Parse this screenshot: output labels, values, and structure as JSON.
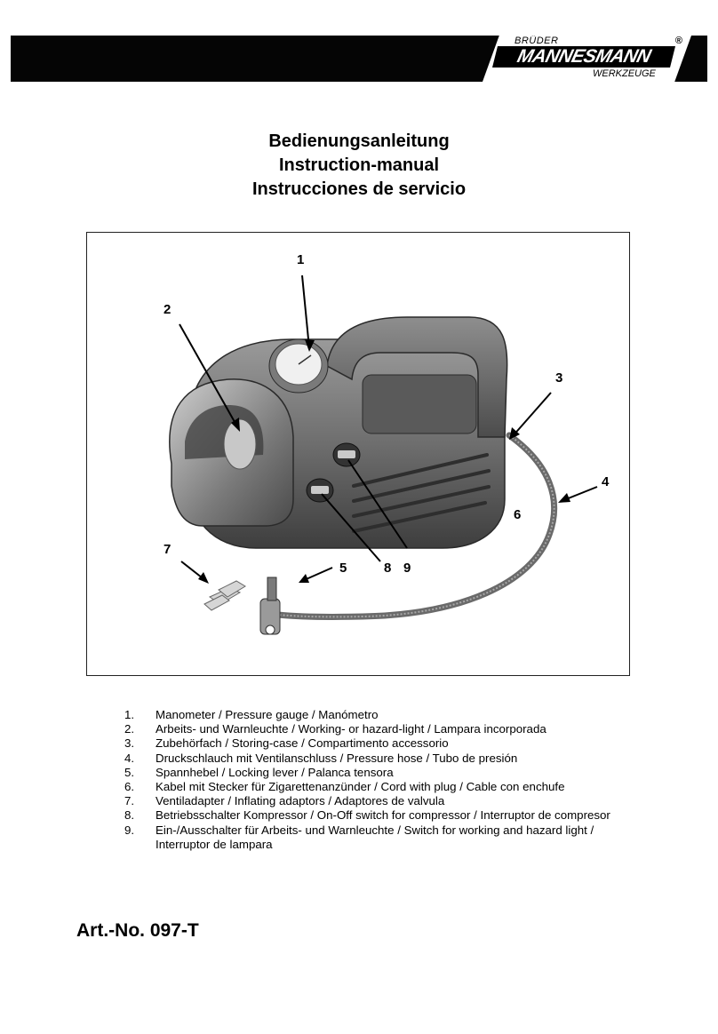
{
  "header": {
    "logo_top": "BRÜDER",
    "logo_main": "MANNESMANN",
    "logo_bottom": "WERKZEUGE",
    "logo_reg": "®"
  },
  "titles": [
    "Bedienungsanleitung",
    "Instruction-manual",
    "Instrucciones de servicio"
  ],
  "figure": {
    "callouts": [
      "1",
      "2",
      "3",
      "4",
      "5",
      "6",
      "7",
      "8",
      "9"
    ]
  },
  "parts": [
    {
      "num": "1.",
      "text": "Manometer / Pressure gauge / Manómetro"
    },
    {
      "num": "2.",
      "text": "Arbeits- und Warnleuchte / Working- or hazard-light / Lampara incorporada"
    },
    {
      "num": "3.",
      "text": "Zubehörfach / Storing-case / Compartimento accessorio"
    },
    {
      "num": "4.",
      "text": "Druckschlauch mit Ventilanschluss / Pressure hose / Tubo de presión"
    },
    {
      "num": "5.",
      "text": "Spannhebel / Locking lever / Palanca tensora"
    },
    {
      "num": "6.",
      "text": "Kabel mit Stecker für Zigarettenanzünder / Cord with plug / Cable con enchufe"
    },
    {
      "num": "7.",
      "text": "Ventiladapter / Inflating adaptors / Adaptores de valvula"
    },
    {
      "num": "8.",
      "text": "Betriebsschalter Kompressor / On-Off switch for compressor / Interruptor de compresor"
    },
    {
      "num": "9.",
      "text": "Ein-/Ausschalter für Arbeits- und Warnleuchte / Switch for working and hazard light /"
    },
    {
      "num": "",
      "text": "Interruptor de lampara"
    }
  ],
  "article_number": "Art.-No. 097-T"
}
